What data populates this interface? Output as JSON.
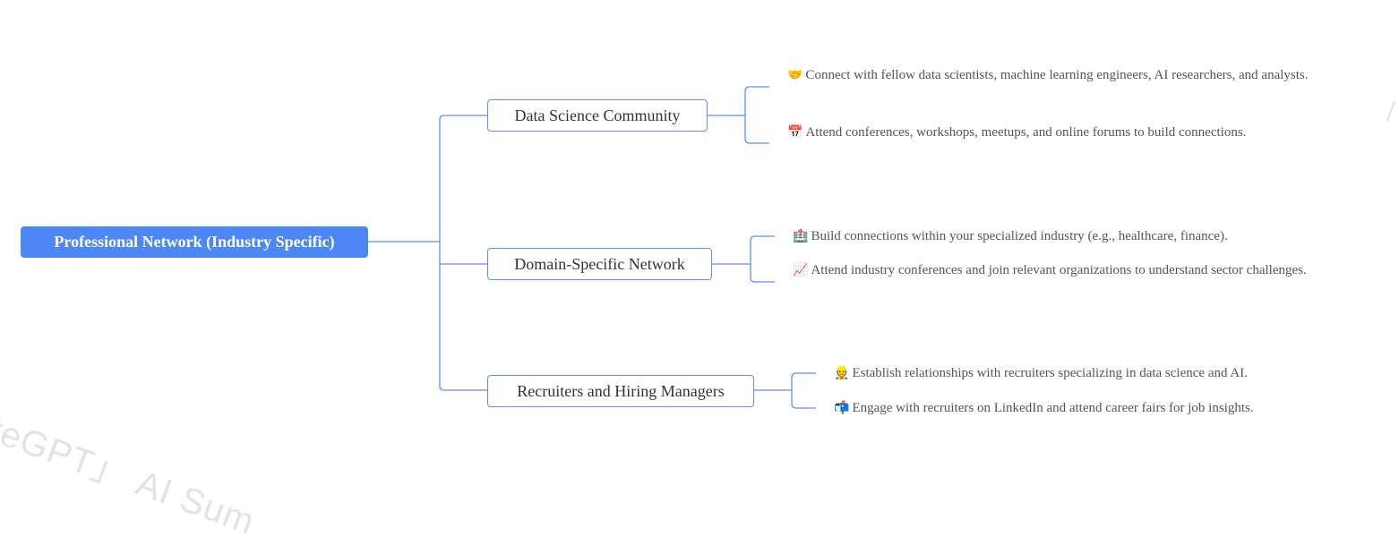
{
  "root": {
    "label": "Professional Network (Industry Specific)"
  },
  "branches": [
    {
      "label": "Data Science Community",
      "leaves": [
        {
          "icon": "🤝",
          "icon_name": "handshake-icon",
          "text": "Connect with fellow data scientists, machine learning engineers, AI researchers, and analysts."
        },
        {
          "icon": "📅",
          "icon_name": "calendar-icon",
          "text": "Attend conferences, workshops, meetups, and online forums to build connections."
        }
      ]
    },
    {
      "label": "Domain-Specific Network",
      "leaves": [
        {
          "icon": "🏥",
          "icon_name": "hospital-icon",
          "text": "Build connections within your specialized industry (e.g., healthcare, finance)."
        },
        {
          "icon": "📈",
          "icon_name": "chart-increasing-icon",
          "text": "Attend industry conferences and join relevant organizations to understand sector challenges."
        }
      ]
    },
    {
      "label": "Recruiters and Hiring Managers",
      "leaves": [
        {
          "icon": "👷",
          "icon_name": "worker-icon",
          "text": "Establish relationships with recruiters specializing in data science and AI."
        },
        {
          "icon": "📬",
          "icon_name": "mailbox-icon",
          "text": "Engage with recruiters on LinkedIn and attend career fairs for job insights."
        }
      ]
    }
  ],
  "watermark": {
    "text": "oteGPT」 AI Sum"
  },
  "colors": {
    "root_fill": "#4d87f5",
    "connector": "#5b8ff5",
    "leaf_text": "#555555",
    "watermark": "#e3e3e3"
  }
}
